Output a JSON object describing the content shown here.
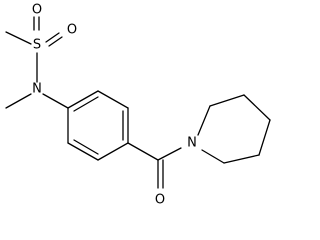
{
  "molecule": {
    "atom_labels": {
      "sulfur": "S",
      "sulfonyl_oxygen_1": "O",
      "sulfonyl_oxygen_2": "O",
      "sulfonamide_nitrogen": "N",
      "carbonyl_oxygen": "O",
      "piperidine_nitrogen": "N"
    }
  }
}
